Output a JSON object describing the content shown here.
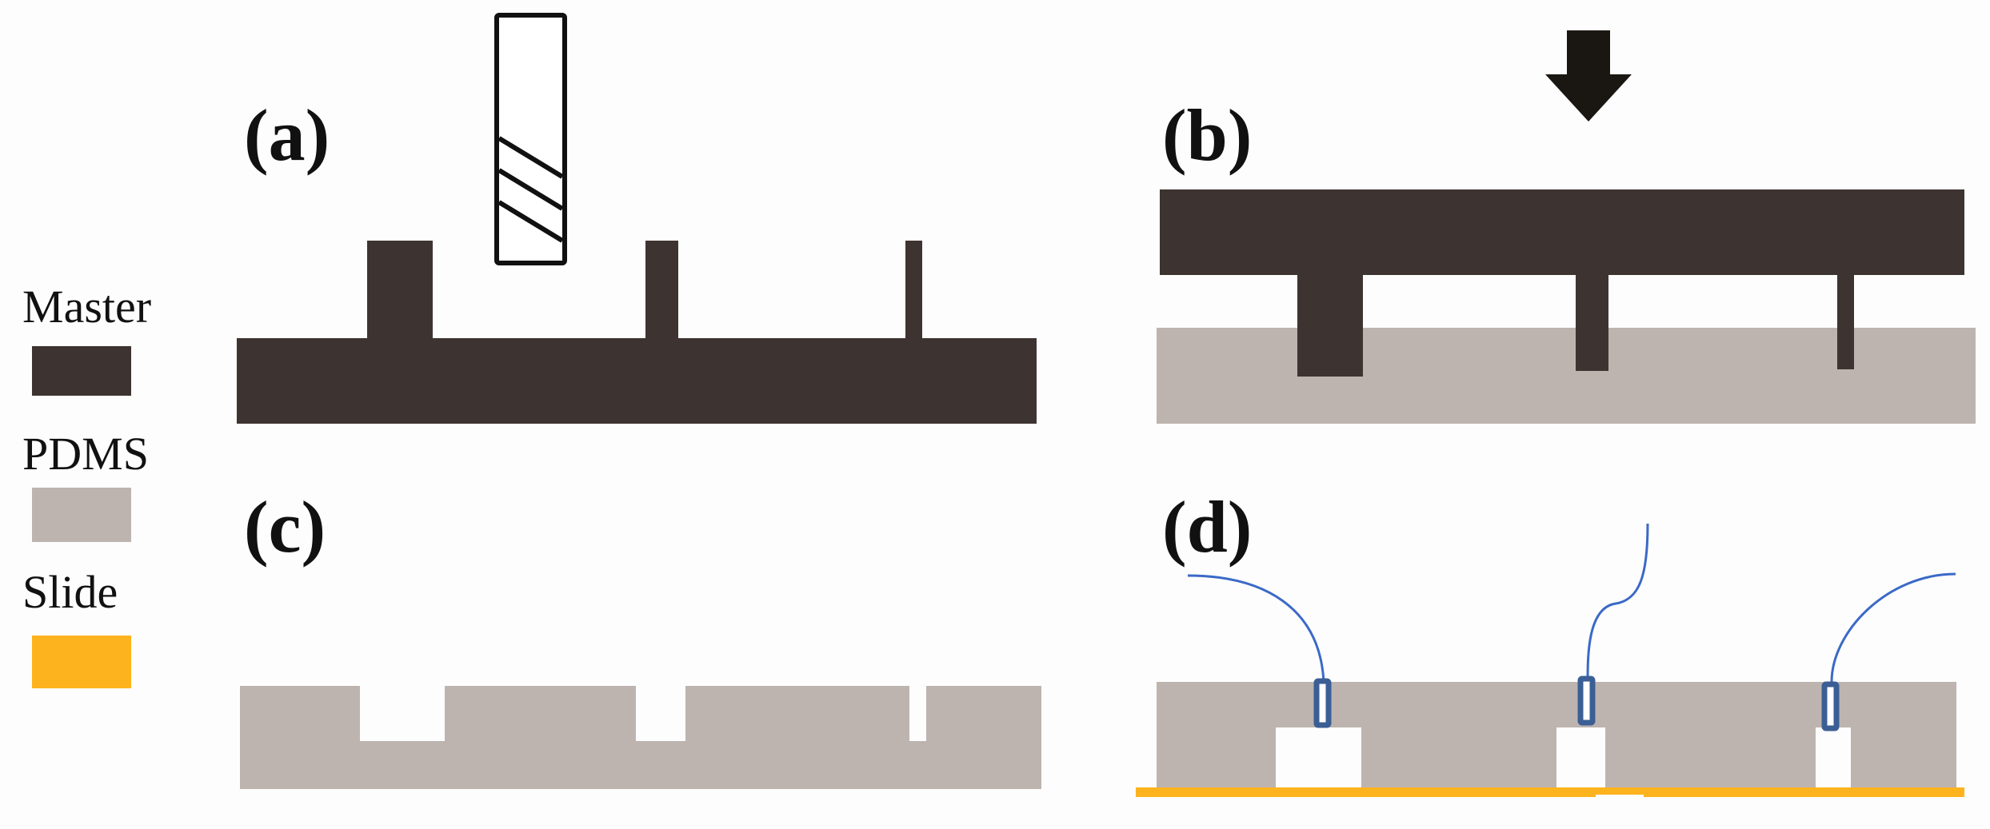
{
  "colors": {
    "background": "#fdfdfd",
    "master": "#3d3431",
    "pdms": "#bdb4b0",
    "slide": "#fdb31e",
    "outline": "#111111",
    "tube_outline": "#3b5f94",
    "tubing": "#3b69c7",
    "arrow": "#1a1612"
  },
  "legend": {
    "master_label": "Master",
    "pdms_label": "PDMS",
    "slide_label": "Slide"
  },
  "panels": {
    "a_label": "(a)",
    "b_label": "(b)",
    "c_label": "(c)",
    "d_label": "(d)"
  },
  "icons": {
    "panel_a_tool": "milling-tool-icon",
    "panel_b_arrow": "press-down-arrow-icon",
    "panel_d_tubes": "inlet-tube-icon"
  }
}
